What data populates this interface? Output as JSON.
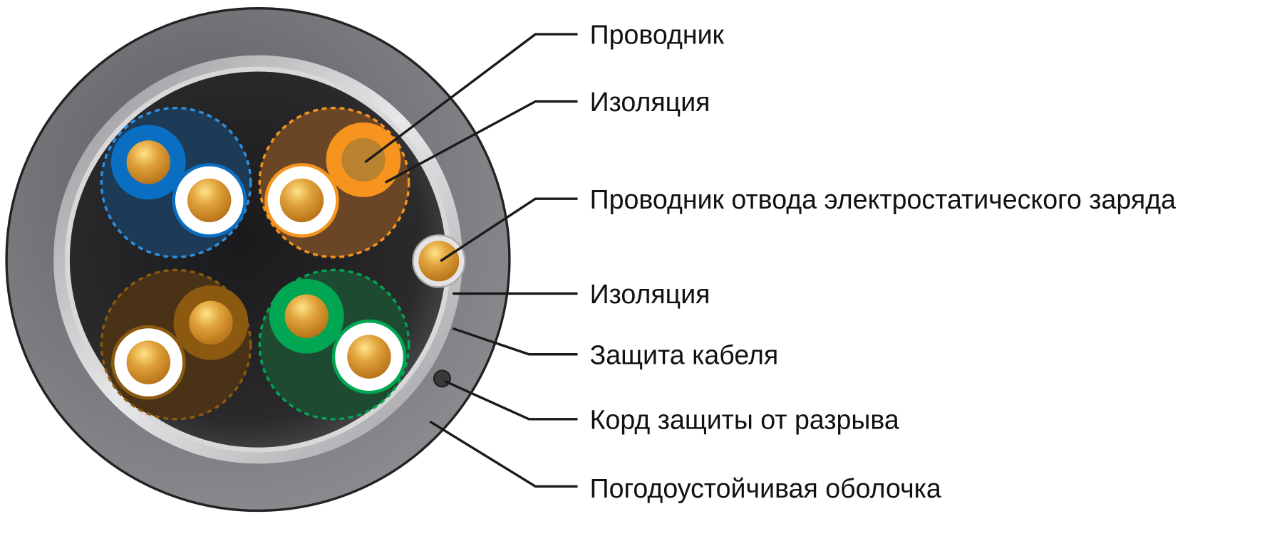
{
  "labels": {
    "conductor": "Проводник",
    "insulation": "Изоляция",
    "drain_wire": "Проводник отвода электростатического заряда",
    "drain_insulation": "Изоляция",
    "shield": "Защита кабеля",
    "rip_cord": "Корд защиты от разрыва",
    "jacket": "Погодоустойчивая оболочка"
  },
  "colors": {
    "jacket": "#7a7a7e",
    "core": "#1f1e20",
    "blue": "#0a6fc2",
    "orange": "#f7941d",
    "brown": "#8b5a10",
    "green": "#00a651",
    "copper": "#d9962a"
  }
}
